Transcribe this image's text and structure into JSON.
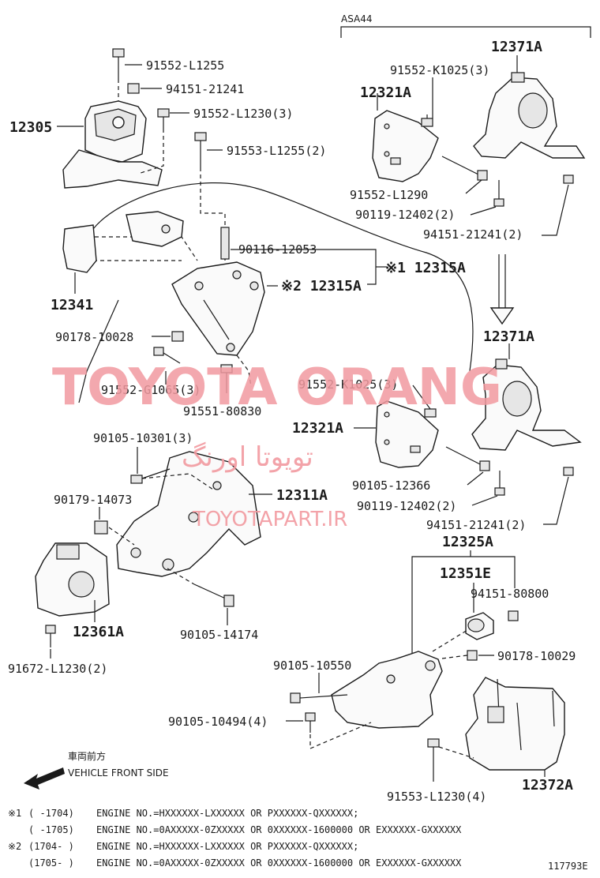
{
  "header": {
    "model_code": "ASA44"
  },
  "labels": {
    "l91552_L1255": "91552-L1255",
    "l94151_21241_a": "94151-21241",
    "l91552_L1230_3": "91552-L1230(3)",
    "l12305": "12305",
    "l91553_L1255_2": "91553-L1255(2)",
    "l90116_12053": "90116-12053",
    "l12315A_1": "※1 12315A",
    "l12315A_2": "※2 12315A",
    "l12341": "12341",
    "l90178_10028": "90178-10028",
    "l91552_G1065_3": "91552-G1065(3)",
    "l91551_80830": "91551-80830",
    "l12371A_top": "12371A",
    "l91552_K1025_3_top": "91552-K1025(3)",
    "l12321A_top": "12321A",
    "l91552_L1290": "91552-L1290",
    "l90119_12402_2_top": "90119-12402(2)",
    "l94151_21241_2_top": "94151-21241(2)",
    "l12371A_mid": "12371A",
    "l91552_K1025_3_mid": "91552-K1025(3)",
    "l12321A_mid": "12321A",
    "l90105_12366": "90105-12366",
    "l90119_12402_2_mid": "90119-12402(2)",
    "l94151_21241_2_mid": "94151-21241(2)",
    "l90105_10301_3": "90105-10301(3)",
    "l12311A": "12311A",
    "l90179_14073": "90179-14073",
    "l12361A": "12361A",
    "l90105_14174": "90105-14174",
    "l91672_L1230_2": "91672-L1230(2)",
    "l12325A": "12325A",
    "l12351E": "12351E",
    "l94151_80800": "94151-80800",
    "l90178_10029": "90178-10029",
    "l90105_10550": "90105-10550",
    "l90105_10494_4": "90105-10494(4)",
    "l91553_L1230_4": "91553-L1230(4)",
    "l12372A": "12372A"
  },
  "direction": {
    "japanese": "車両前方",
    "english": "VEHICLE FRONT SIDE"
  },
  "notes": [
    {
      "mark": "※1",
      "range": "(      -1704)",
      "text": "ENGINE NO.=HXXXXXX-LXXXXXX OR PXXXXXX-QXXXXXX;"
    },
    {
      "mark": "",
      "range": "(      -1705)",
      "text": "ENGINE NO.=0AXXXXX-0ZXXXXX OR 0XXXXXX-1600000 OR EXXXXXX-GXXXXXX"
    },
    {
      "mark": "※2",
      "range": "(1704-      )",
      "text": "ENGINE NO.=HXXXXXX-LXXXXXX OR PXXXXXX-QXXXXXX;"
    },
    {
      "mark": "",
      "range": "(1705-      )",
      "text": "ENGINE NO.=0AXXXXX-0ZXXXXX OR 0XXXXXX-1600000 OR EXXXXXX-GXXXXXX"
    }
  ],
  "figure_id": "117793E",
  "watermark": {
    "brand": "TOYOTA ORANG",
    "persian": "تویوتا اورنگ",
    "site": "TOYOTAPART.IR"
  }
}
